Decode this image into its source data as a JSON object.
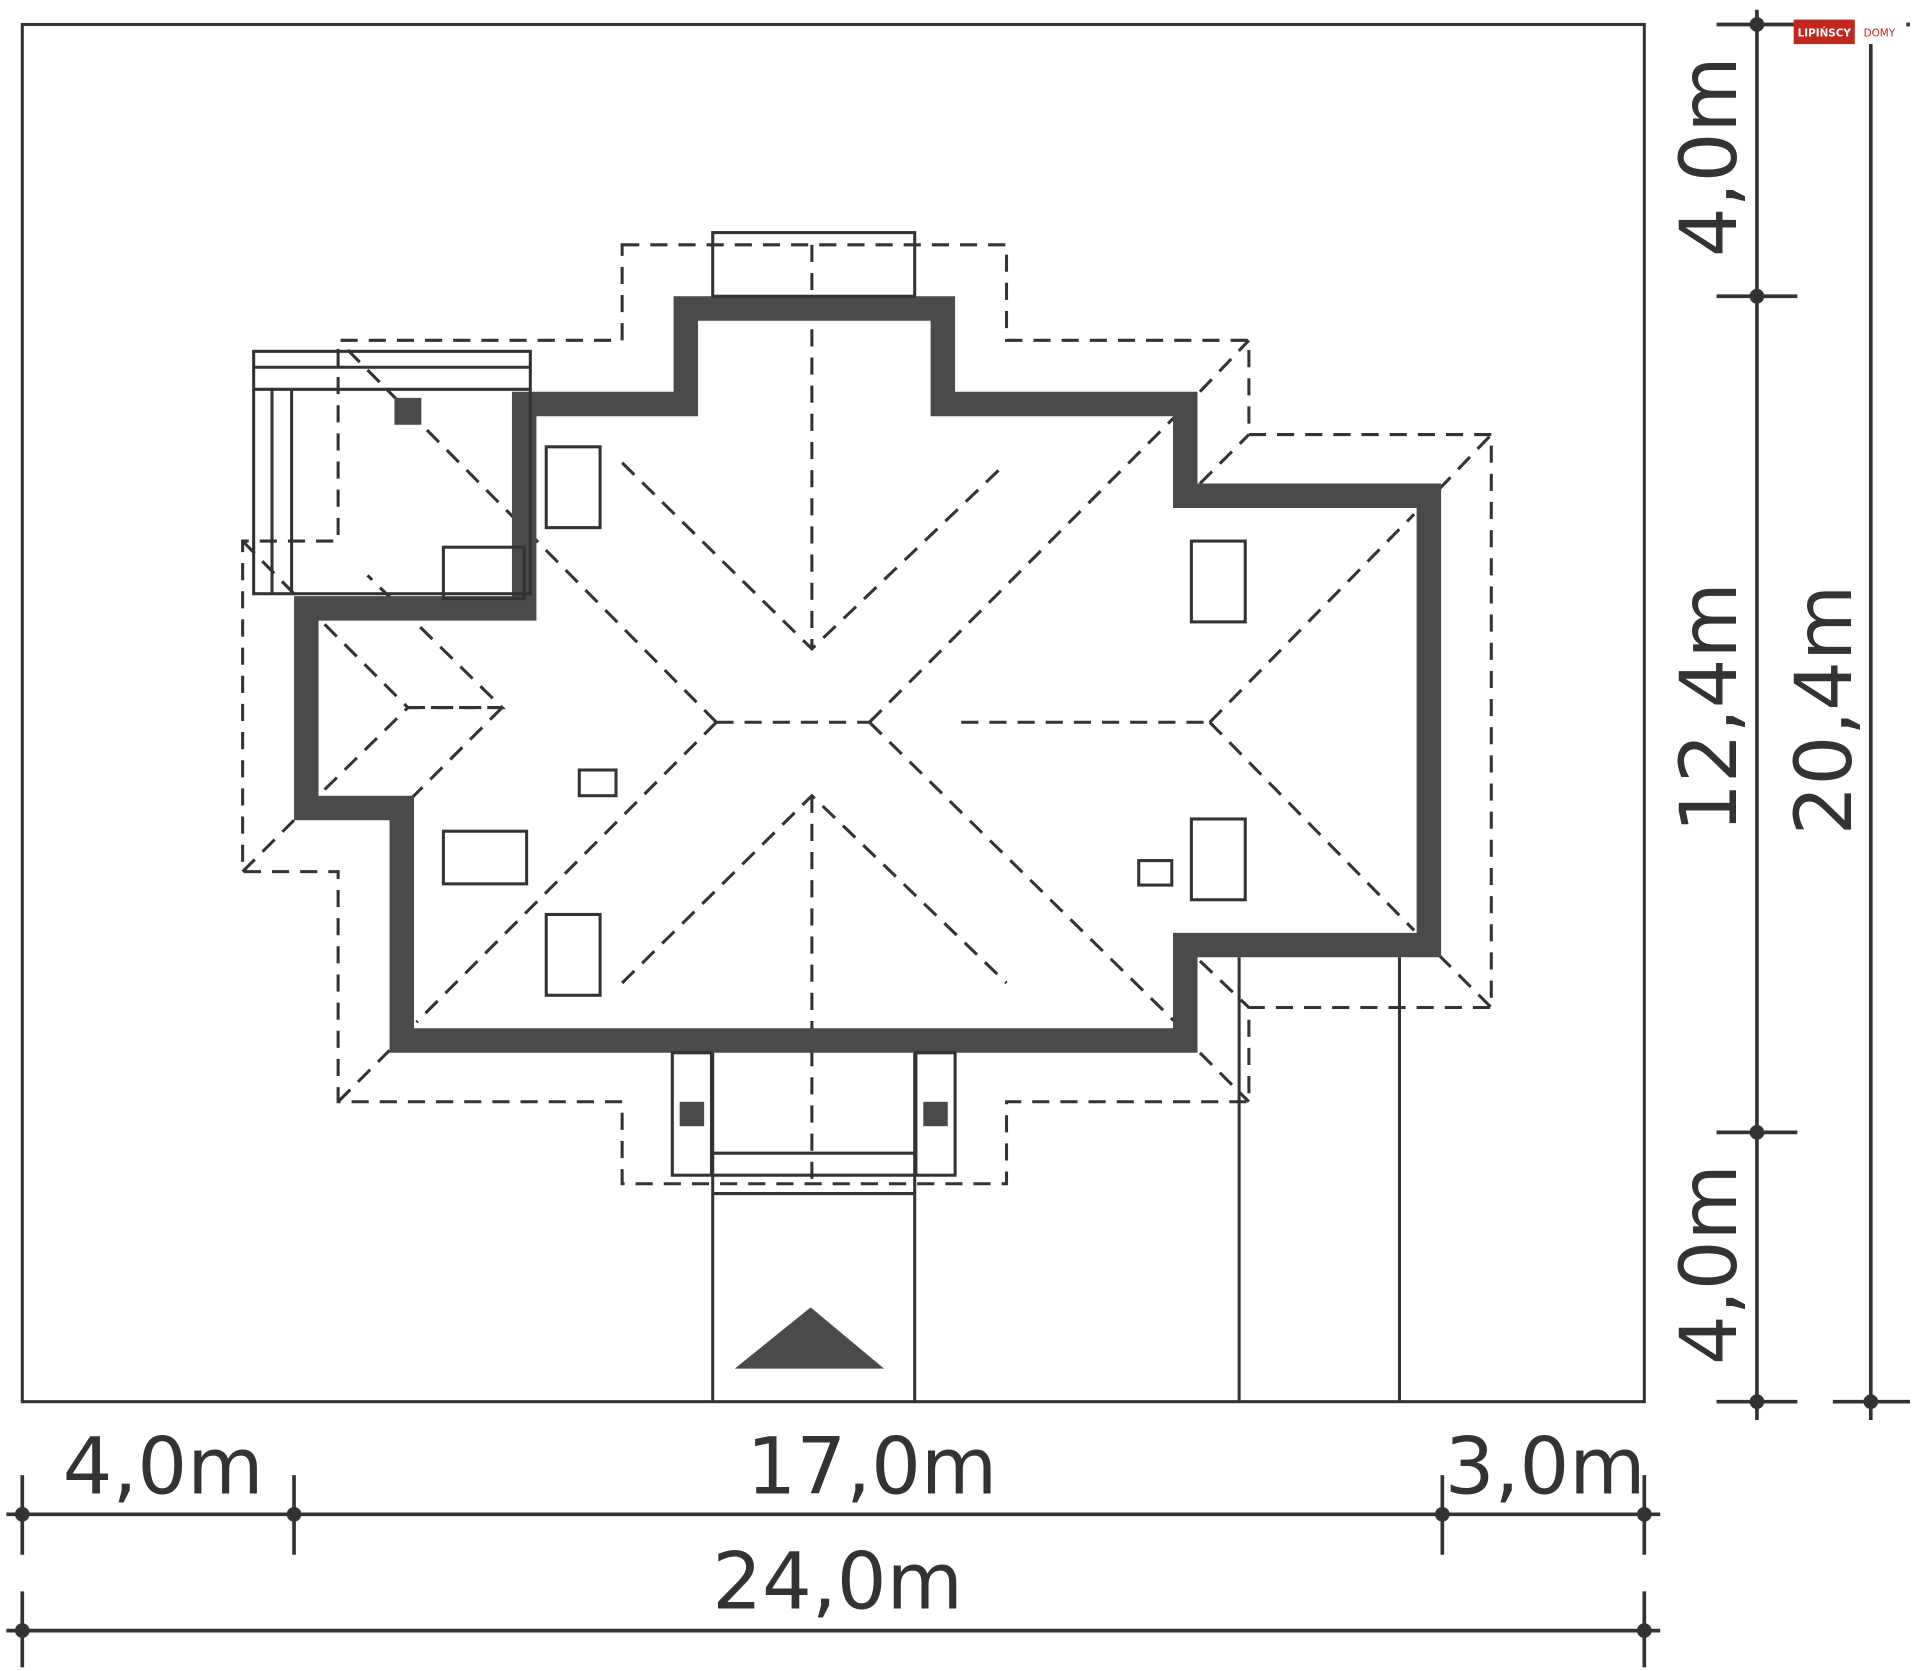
{
  "logo": {
    "brand": "LIPIŃSCY",
    "suffix": "DOMY",
    "brand_color": "#c0281e"
  },
  "dimensions": {
    "bottom_setback_left": "4,0m",
    "bottom_house_width": "17,0m",
    "bottom_setback_right": "3,0m",
    "bottom_total": "24,0m",
    "right_setback_top": "4,0m",
    "right_house_depth": "12,4m",
    "right_setback_bottom": "4,0m",
    "right_total": "20,4m"
  },
  "colors": {
    "wall": "#4a4a4a",
    "line": "#333333"
  }
}
